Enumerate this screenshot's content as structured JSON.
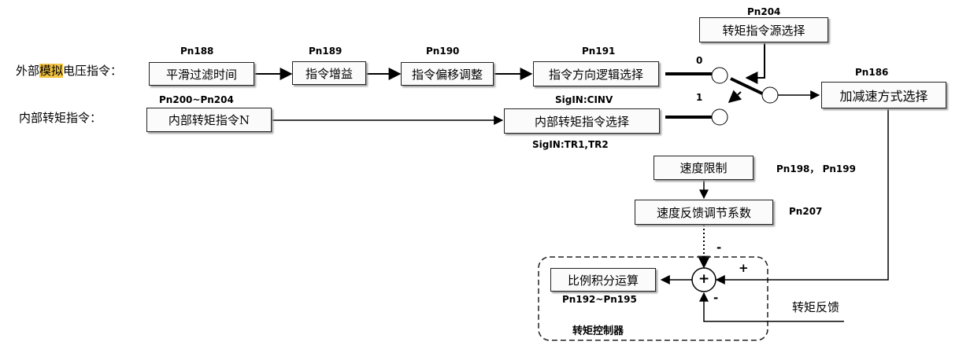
{
  "inputs": {
    "analog_prefix": "外部",
    "analog_highlight": "模拟",
    "analog_suffix": "电压指令：",
    "internal": "内部转矩指令："
  },
  "blocks": {
    "smooth_filter": "平滑过滤时间",
    "gain": "指令增益",
    "offset": "指令偏移调整",
    "direction_logic": "指令方向逻辑选择",
    "internal_n": "内部转矩指令N",
    "internal_select": "内部转矩指令选择",
    "source_select": "转矩指令源选择",
    "accel_mode": "加减速方式选择",
    "speed_limit": "速度限制",
    "speed_feedback_coef": "速度反馈调节系数",
    "pi_calc": "比例积分运算"
  },
  "params": {
    "pn188": "Pn188",
    "pn189": "Pn189",
    "pn190": "Pn190",
    "pn191": "Pn191",
    "pn204": "Pn204",
    "pn186": "Pn186",
    "pn200_204": "Pn200~Pn204",
    "sigin_cinv": "SigIN:CINV",
    "sigin_tr": "SigIN:TR1,TR2",
    "pn198_199": "Pn198， Pn199",
    "pn207": "Pn207",
    "pn192_195": "Pn192~Pn195"
  },
  "switch": {
    "pos0": "0",
    "pos1": "1"
  },
  "summing": {
    "symbol": "+",
    "plus": "+",
    "minus_top": "-",
    "minus_bottom": "-"
  },
  "feedback_label": "转矩反馈",
  "controller_label": "转矩控制器"
}
